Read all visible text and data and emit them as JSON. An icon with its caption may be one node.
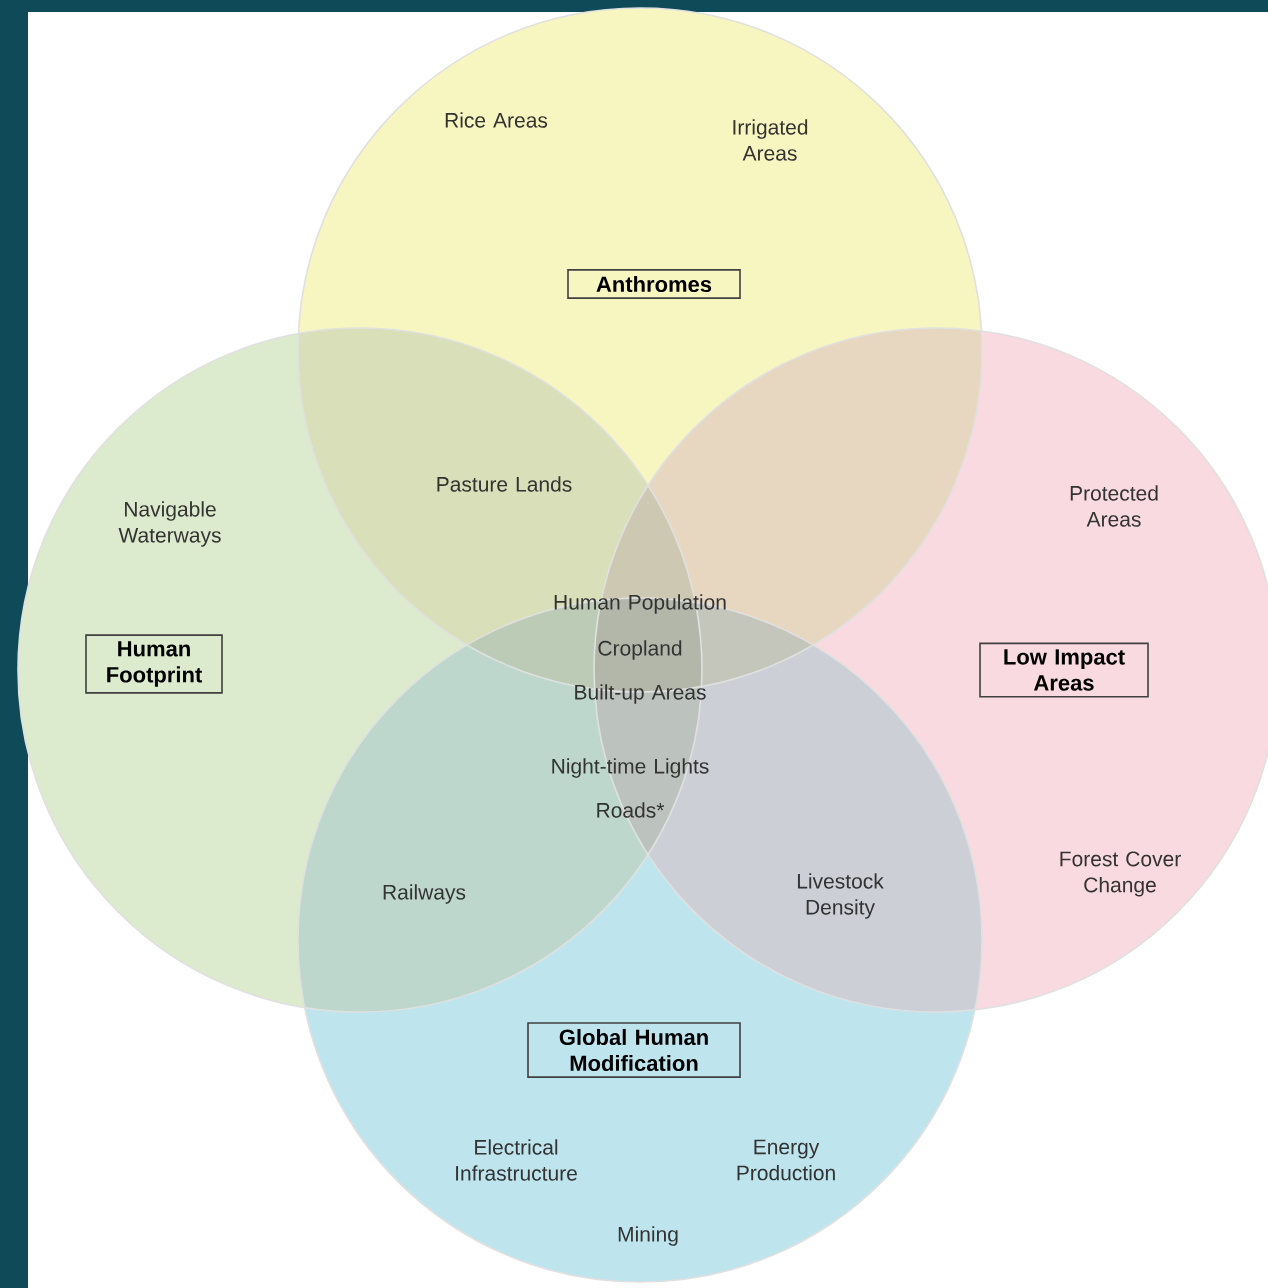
{
  "diagram": {
    "nodes": [
      {
        "text": [
          "Anthromes"
        ]
      },
      {
        "text": [
          "Human Footprint"
        ]
      },
      {
        "text": [
          "Low Impact Areas"
        ]
      },
      {
        "text": [
          "Global Human Modification"
        ]
      }
    ],
    "labels": [
      "Rice Areas",
      "Irrigated Areas",
      "Navigable Waterways",
      "Pasture Lands",
      "Protected Areas",
      "Human Population",
      "Cropland",
      "Built-up Areas",
      "Night-time Lights",
      "Roads*",
      "Railways",
      "Livestock Density",
      "Forest Cover Change",
      "Electrical Infrastructure",
      "Energy Production",
      "Mining"
    ]
  }
}
